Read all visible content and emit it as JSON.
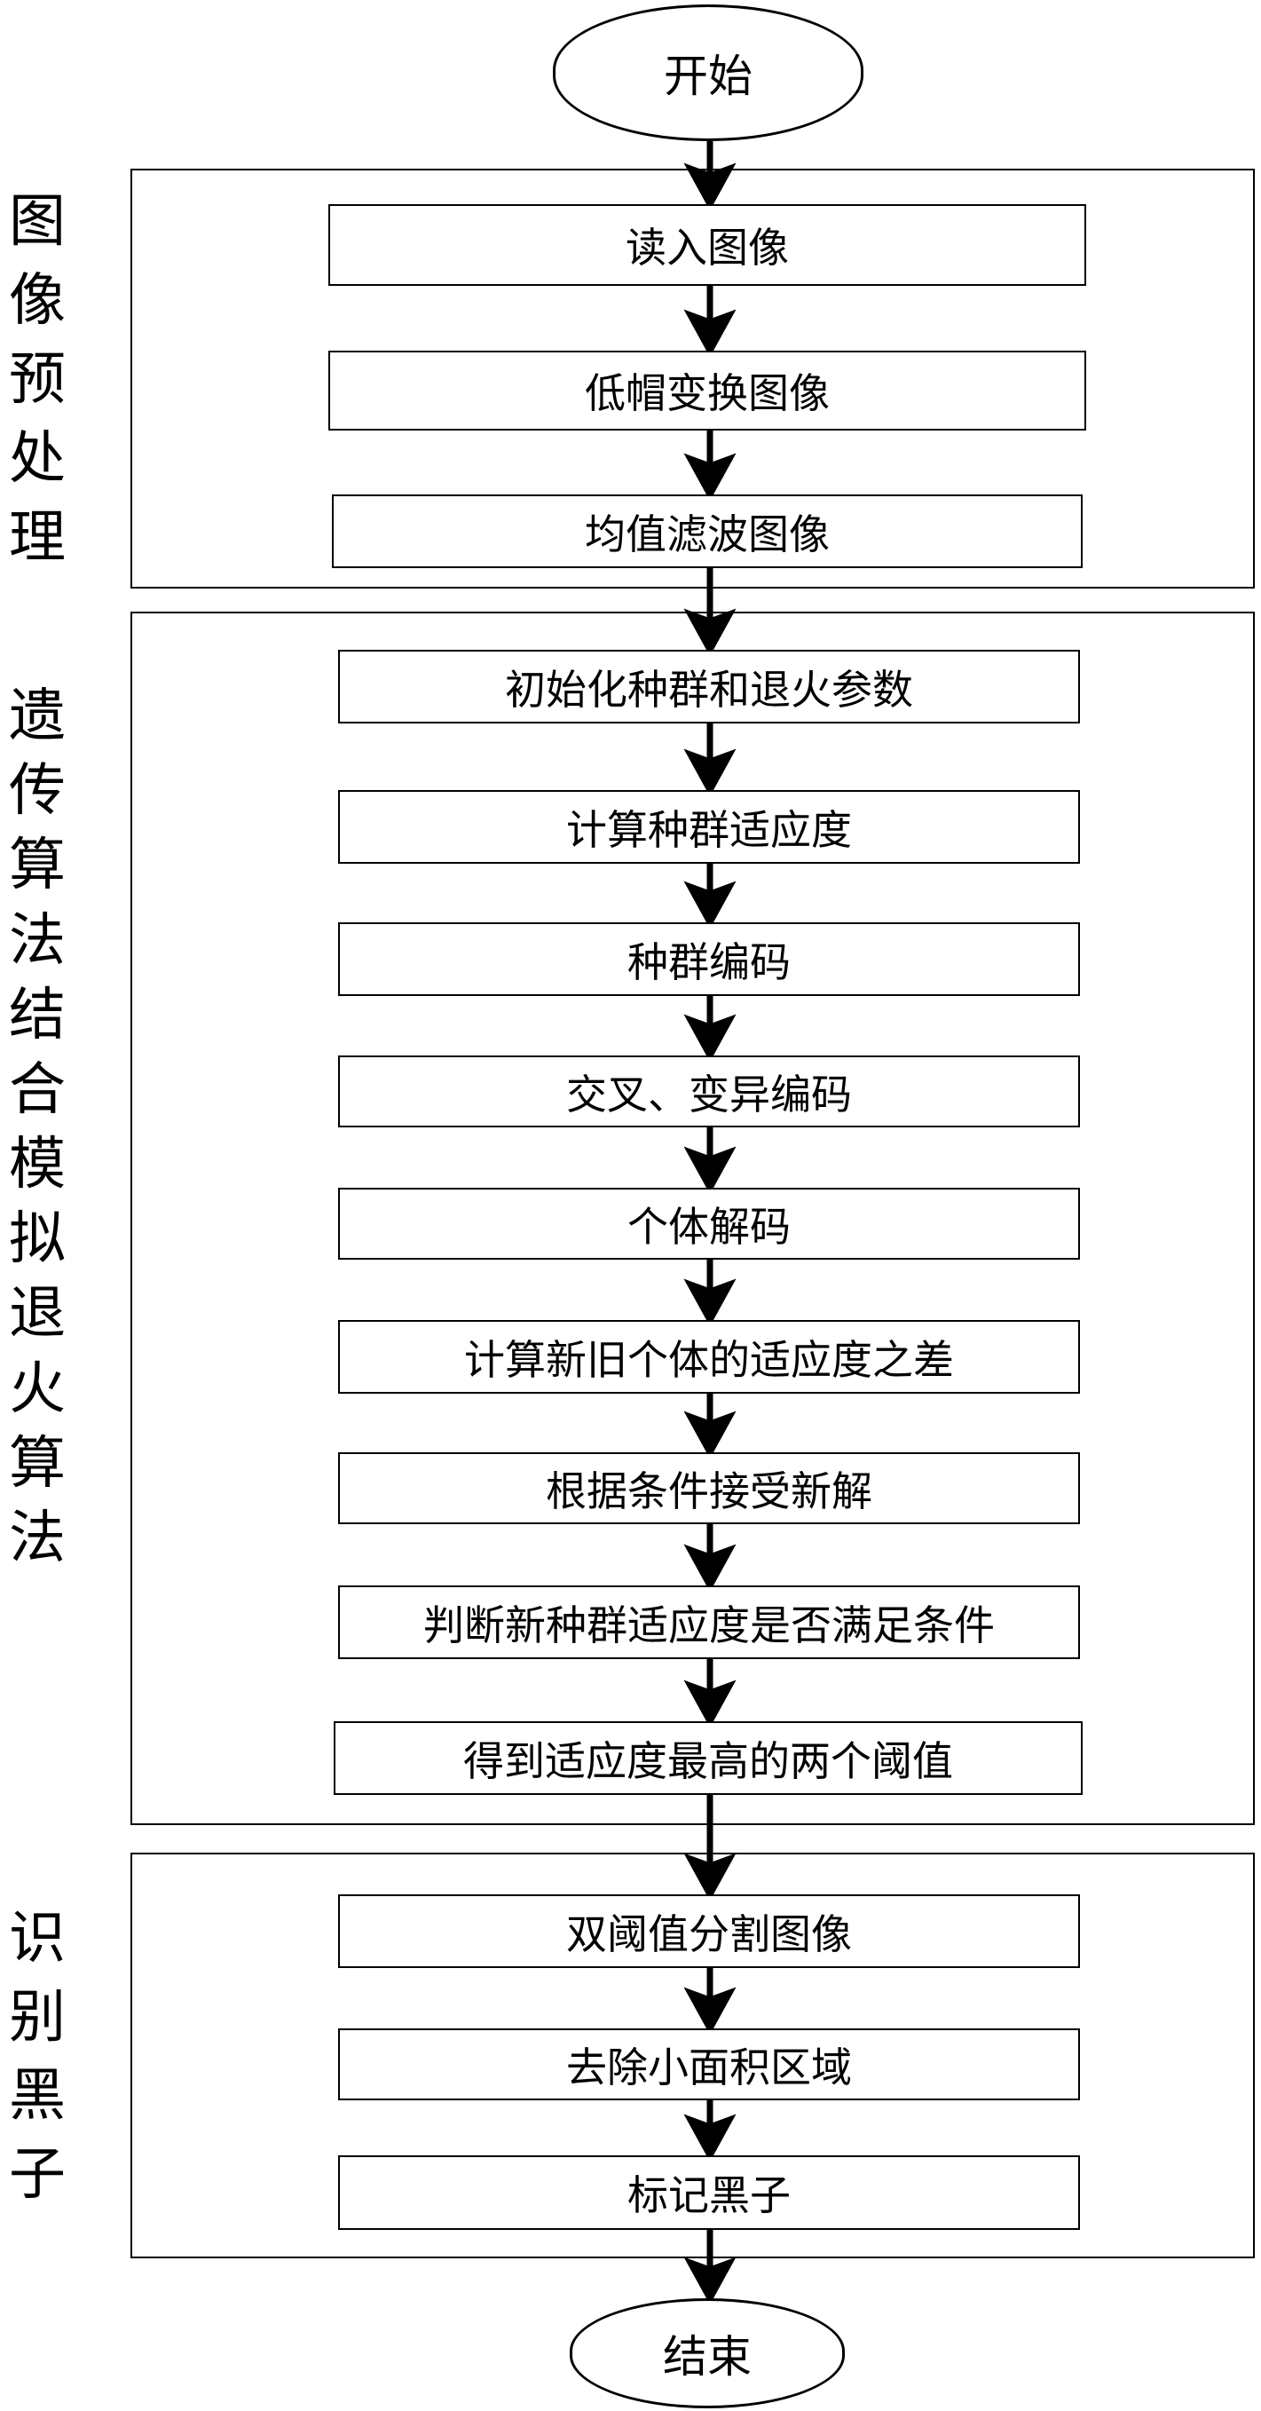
{
  "terminals": {
    "start": "开始",
    "end": "结束"
  },
  "groups": [
    {
      "label": "图像预处理",
      "steps": [
        "读入图像",
        "低帽变换图像",
        "均值滤波图像"
      ]
    },
    {
      "label": "遗传算法结合模拟退火算法",
      "steps": [
        "初始化种群和退火参数",
        "计算种群适应度",
        "种群编码",
        "交叉、变异编码",
        "个体解码",
        "计算新旧个体的适应度之差",
        "根据条件接受新解",
        "判断新种群适应度是否满足条件",
        "得到适应度最高的两个阈值"
      ]
    },
    {
      "label": "识别黑子",
      "steps": [
        "双阈值分割图像",
        "去除小面积区域",
        "标记黑子"
      ]
    }
  ],
  "colors": {
    "line": "#000000",
    "background": "#ffffff"
  }
}
